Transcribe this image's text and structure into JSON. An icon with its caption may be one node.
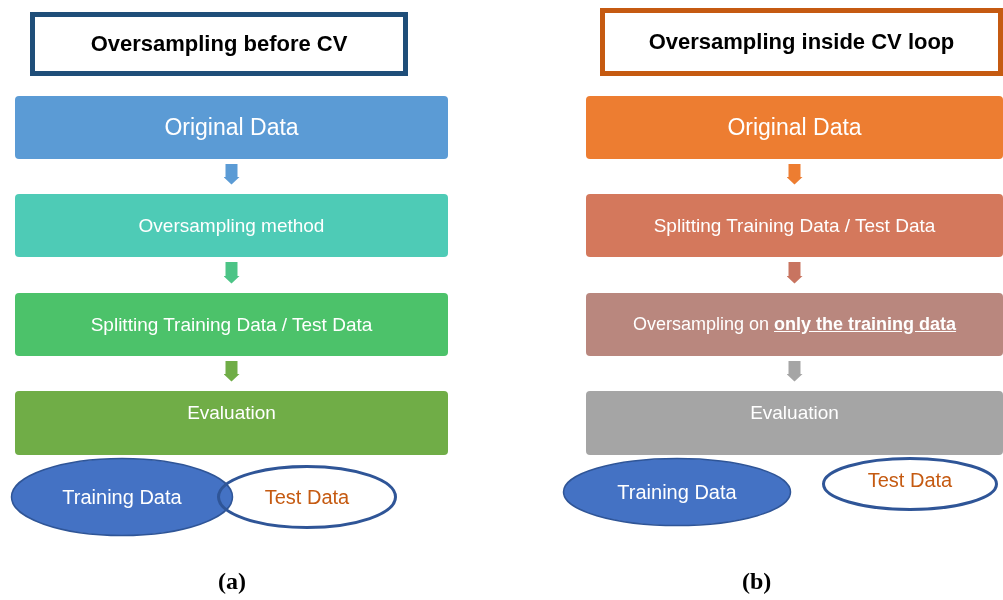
{
  "diagram": {
    "nodes": [
      {
        "text": [
          "Oversampling before CV"
        ]
      },
      {
        "text": [
          "Original Data"
        ]
      },
      {
        "text": [
          "Oversampling method"
        ]
      },
      {
        "text": [
          "Splitting Training Data / Test Data"
        ]
      },
      {
        "text": [
          "Evaluation"
        ]
      },
      {
        "text": [
          "Training Data"
        ]
      },
      {
        "text": [
          "Test Data"
        ]
      },
      {
        "text": [
          "Oversampling inside CV loop"
        ]
      },
      {
        "text": [
          "Original Data"
        ]
      },
      {
        "text": [
          "Splitting Training Data / Test Data"
        ]
      },
      {
        "text": [
          "Oversampling on **only the training data**"
        ]
      },
      {
        "text": [
          "Evaluation"
        ]
      },
      {
        "text": [
          "Training Data"
        ]
      },
      {
        "text": [
          "Test Data"
        ]
      }
    ],
    "edges": [
      {
        "from": 1,
        "to": 2,
        "arrow": "to",
        "color": "#5b9bd5"
      },
      {
        "from": 2,
        "to": 3,
        "arrow": "to",
        "color": "#4cc486"
      },
      {
        "from": 3,
        "to": 4,
        "arrow": "to",
        "color": "#70ad47"
      },
      {
        "from": 8,
        "to": 9,
        "arrow": "to",
        "color": "#ed7d31"
      },
      {
        "from": 9,
        "to": 10,
        "arrow": "to",
        "color": "#c87460"
      },
      {
        "from": 10,
        "to": 11,
        "arrow": "to",
        "color": "#a5a5a5"
      }
    ],
    "labels": [
      "(a)",
      "(b)"
    ]
  }
}
